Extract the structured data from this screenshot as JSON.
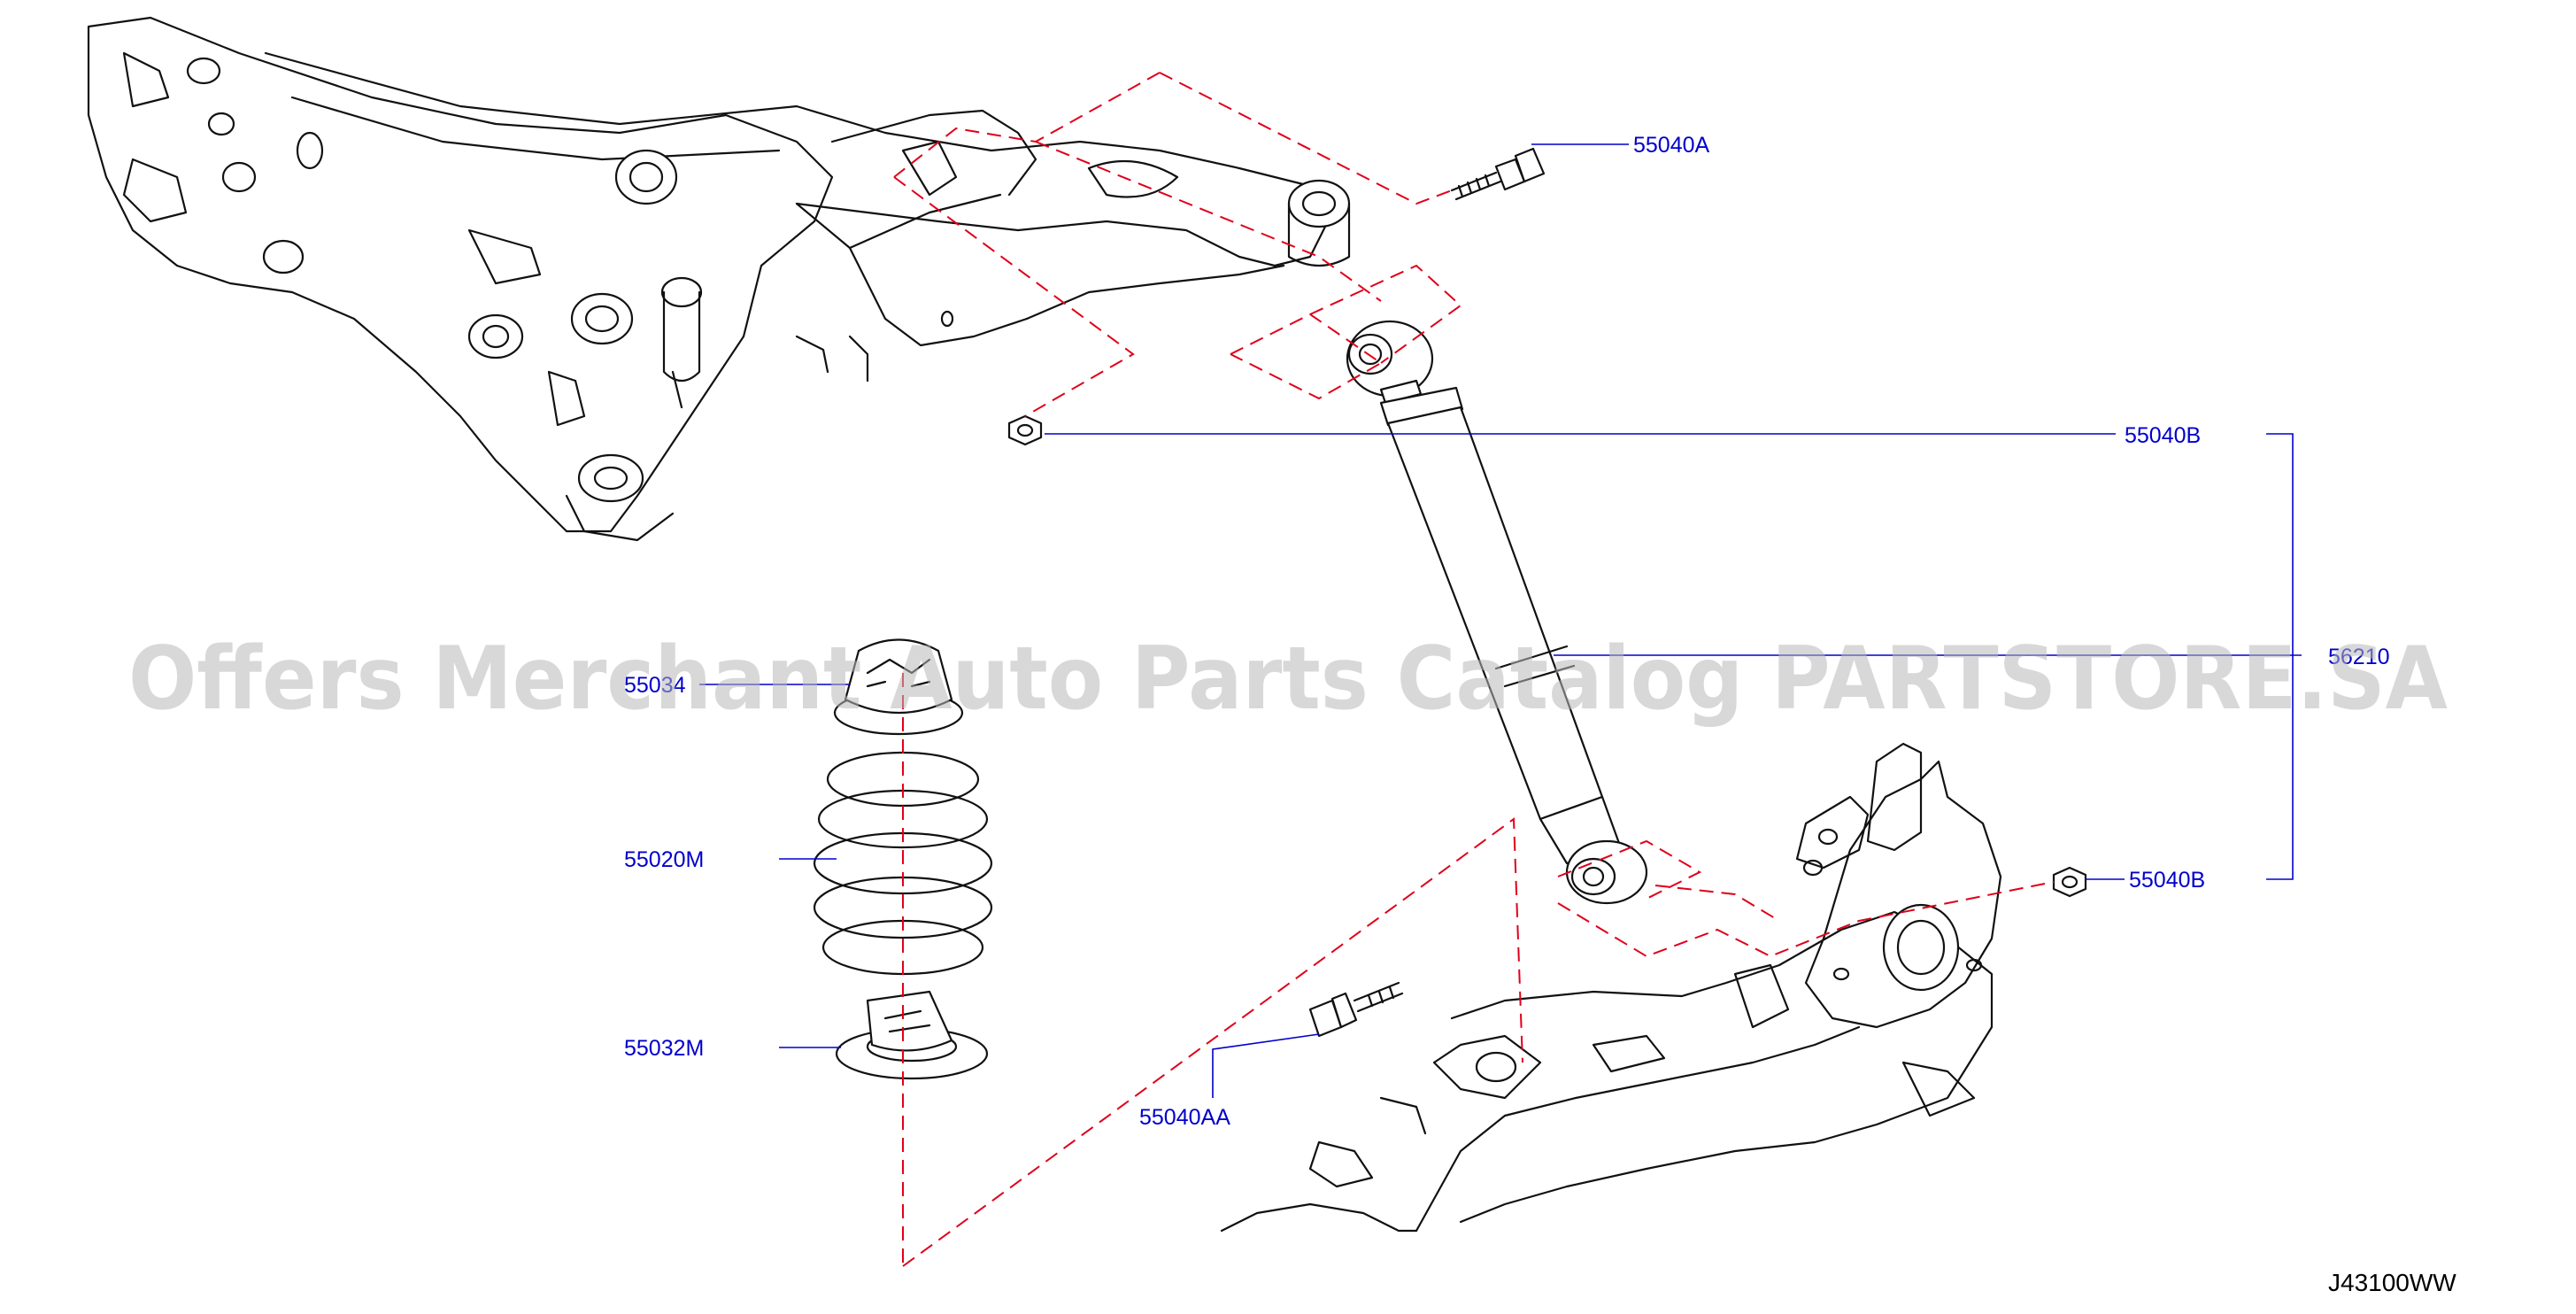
{
  "diagram": {
    "code": "J43100WW",
    "watermark": "Offers Merchant Auto Parts Catalog PARTSTORE.SA",
    "colors": {
      "label": "#0000cc",
      "dashed": "#e0001a",
      "drawing": "#111111",
      "watermark": "#b8b8b8"
    },
    "labels": {
      "bolt_upper": "55040A",
      "nut_upper": "55040B",
      "absorber": "56210",
      "seat_upper": "55034",
      "spring": "55020M",
      "nut_lower": "55040B",
      "seat_lower": "55032M",
      "bolt_lower": "55040AA"
    }
  }
}
